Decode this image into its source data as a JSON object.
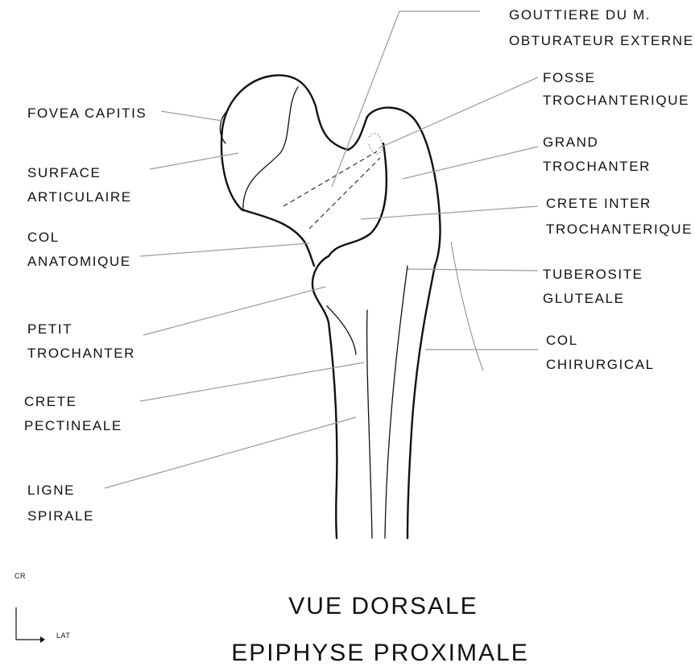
{
  "labels": {
    "gouttiere": [
      "GOUTTIERE DU M.",
      "OBTURATEUR EXTERNE"
    ],
    "fovea": [
      "FOVEA CAPITIS"
    ],
    "fosse": [
      "FOSSE",
      "TROCHANTERIQUE"
    ],
    "surface": [
      "SURFACE",
      "ARTICULAIRE"
    ],
    "grand": [
      "GRAND",
      "TROCHANTER"
    ],
    "crete_inter": [
      "CRETE INTER",
      "TROCHANTERIQUE"
    ],
    "col_anat": [
      "COL",
      "ANATOMIQUE"
    ],
    "tuberosite": [
      "TUBEROSITE",
      "GLUTEALE"
    ],
    "petit": [
      "PETIT",
      "TROCHANTER"
    ],
    "col_chir": [
      "COL",
      "CHIRURGICAL"
    ],
    "crete_pect": [
      "CRETE",
      "PECTINEALE"
    ],
    "ligne": [
      "LIGNE",
      "SPIRALE"
    ]
  },
  "orientation": {
    "up": "CR",
    "right": "LAT"
  },
  "title": {
    "line1": "VUE DORSALE",
    "line2": "EPIPHYSE PROXIMALE"
  }
}
